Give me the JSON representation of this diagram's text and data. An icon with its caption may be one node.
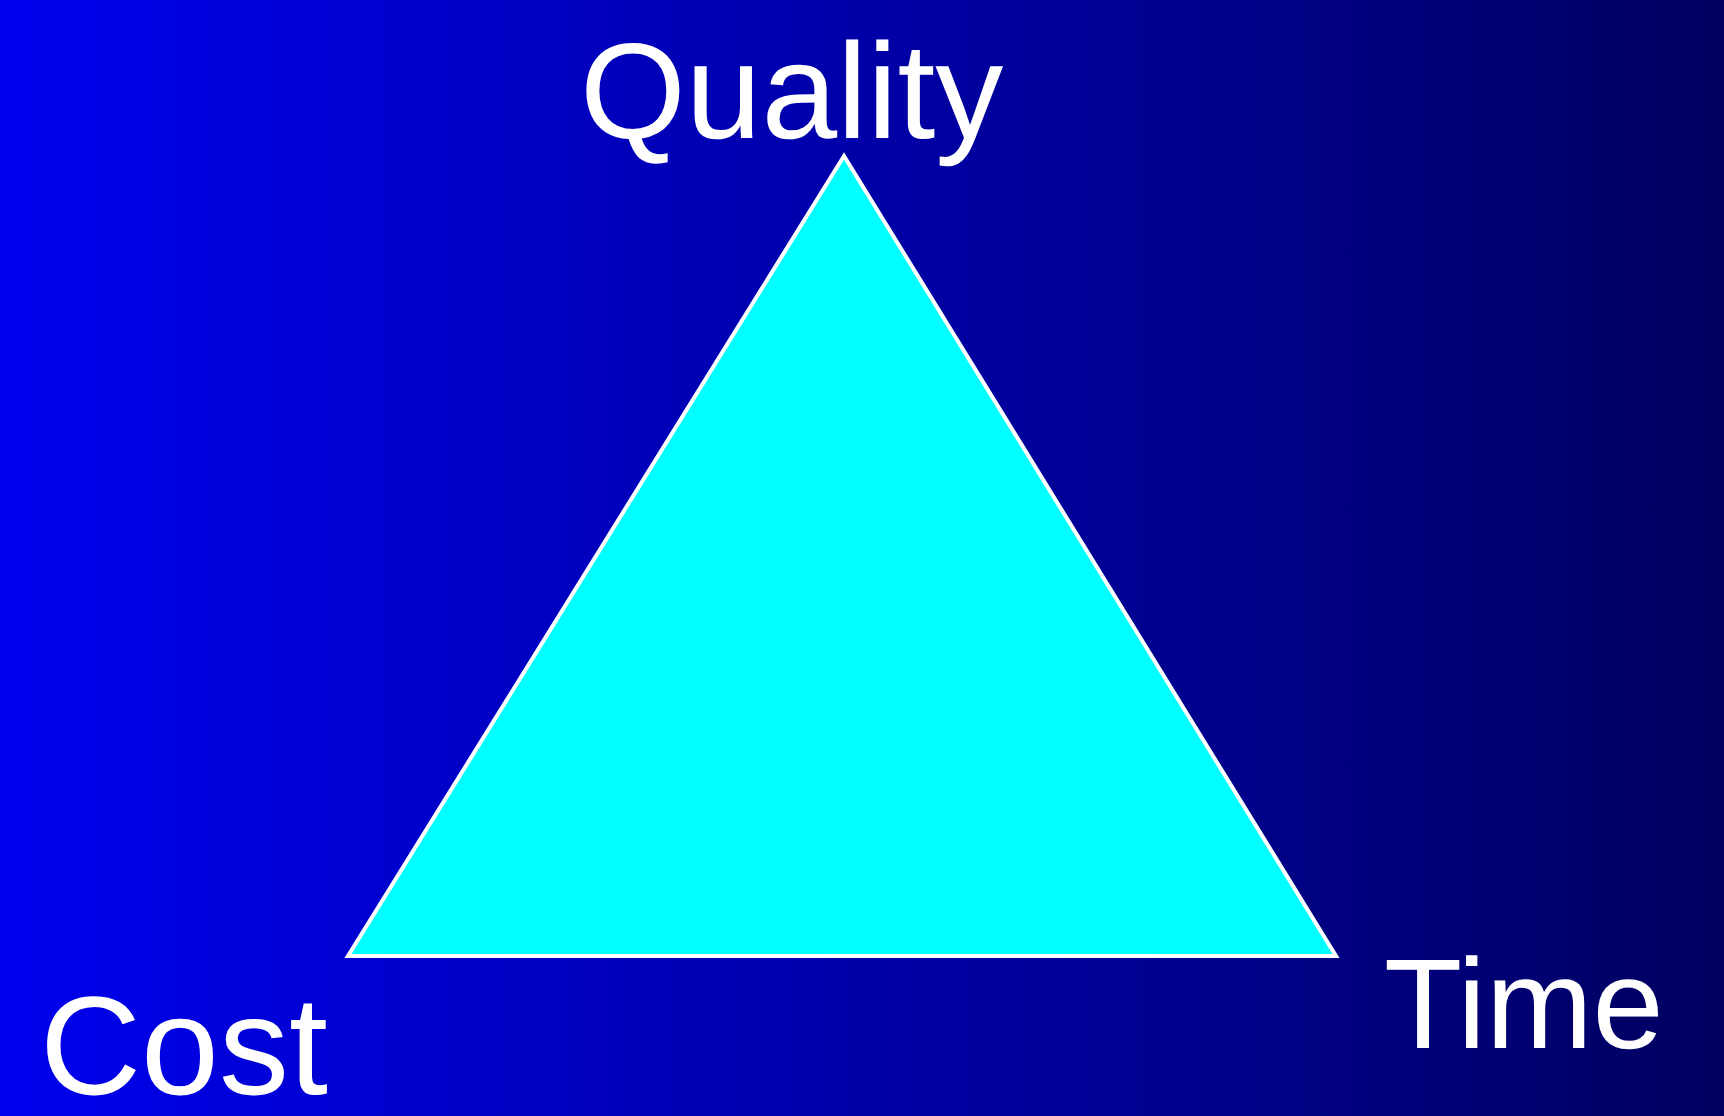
{
  "diagram": {
    "labels": [
      "Quality",
      "Cost",
      "Time"
    ]
  }
}
